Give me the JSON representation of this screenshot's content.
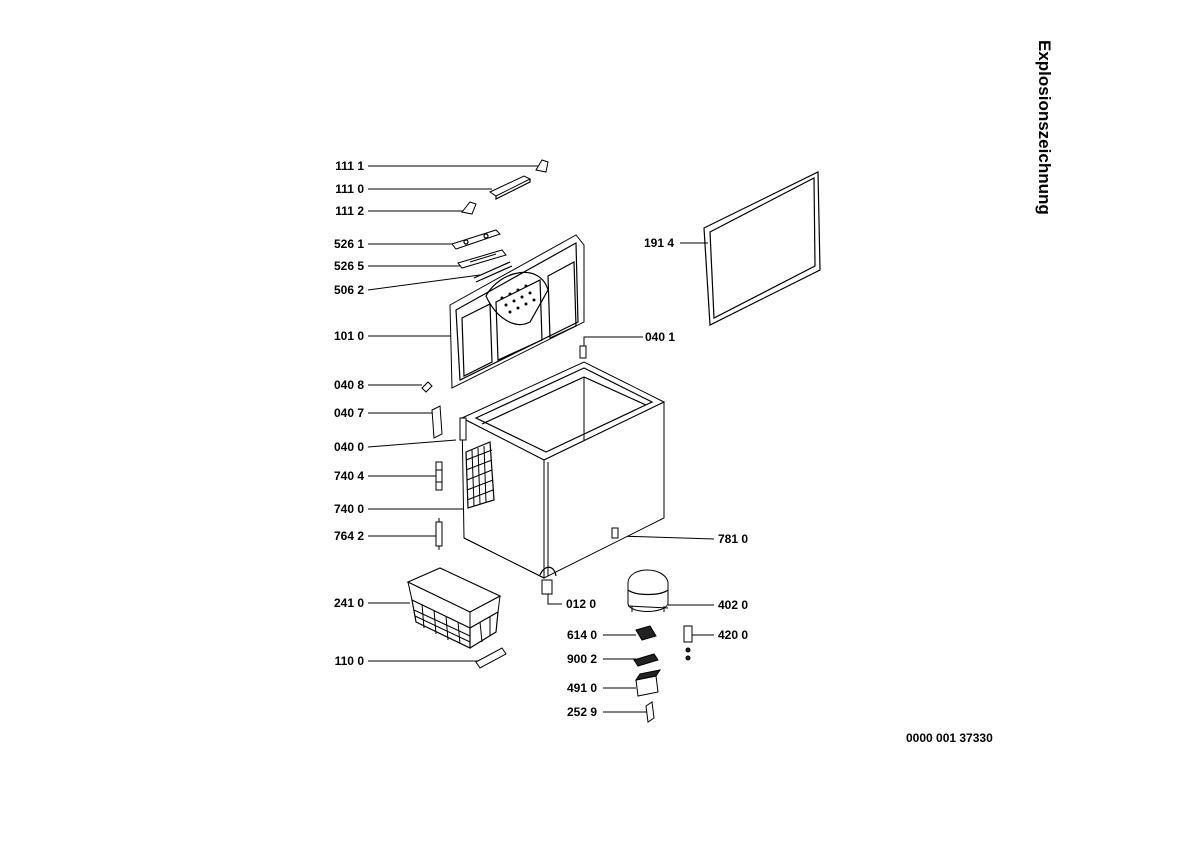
{
  "title": "Explosionszeichnung",
  "document_number": "0000 001 37330",
  "parts": {
    "p1111": "111 1",
    "p1110": "111 0",
    "p1112": "111 2",
    "p5261": "526 1",
    "p5265": "526 5",
    "p5062": "506 2",
    "p1010": "101 0",
    "p0408": "040 8",
    "p0407": "040 7",
    "p0400": "040 0",
    "p7404": "740 4",
    "p7400": "740 0",
    "p7642": "764 2",
    "p2410": "241 0",
    "p1100": "110 0",
    "p1914": "191 4",
    "p0401": "040 1",
    "p7810": "781 0",
    "p0120": "012 0",
    "p4020": "402 0",
    "p6140": "614 0",
    "p4200": "420 0",
    "p9002": "900 2",
    "p4910": "491 0",
    "p2529": "252 9"
  }
}
